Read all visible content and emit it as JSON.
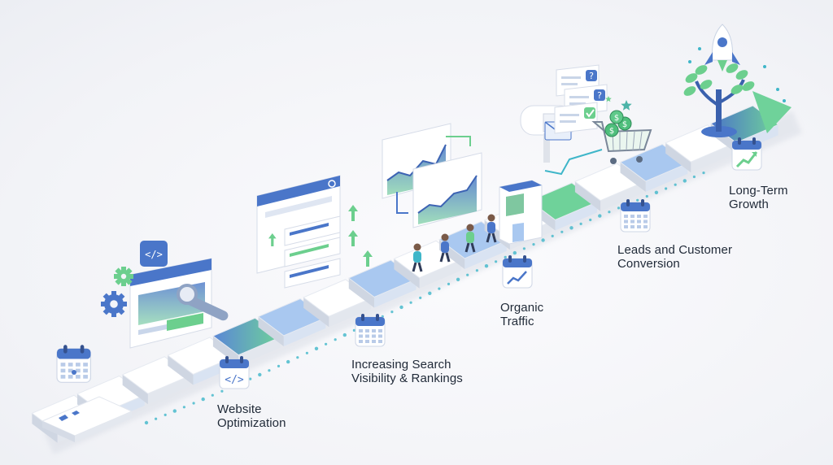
{
  "milestones": [
    {
      "id": "website-optimization",
      "lines": [
        "Website",
        "Optimization"
      ],
      "icon": "code-icon"
    },
    {
      "id": "search-visibility",
      "lines": [
        "Increasing Search",
        "Visibility & Rankings"
      ],
      "icon": "calendar-icon"
    },
    {
      "id": "organic-traffic",
      "lines": [
        "Organic",
        "Traffic"
      ],
      "icon": "trend-chart-icon"
    },
    {
      "id": "leads-conversion",
      "lines": [
        "Leads and Customer",
        "Conversion"
      ],
      "icon": "calendar-icon"
    },
    {
      "id": "long-term-growth",
      "lines": [
        "Long-Term",
        "Growth"
      ],
      "icon": "growth-chart-icon"
    }
  ],
  "colors": {
    "accent_blue": "#4a76c9",
    "light_blue": "#a9c8f0",
    "green": "#6ccf8e",
    "dot_teal": "#3fb6c9",
    "text": "#1f2937",
    "tile_white": "#ffffff"
  },
  "icons": [
    "calendar-icon",
    "code-icon",
    "gear-icon",
    "wrench-icon",
    "search-icon",
    "arrow-up-icon",
    "line-chart-icon",
    "person-icon",
    "storefront-icon",
    "mailbox-icon",
    "envelope-icon",
    "question-icon",
    "checkmark-icon",
    "shopping-cart-icon",
    "dollar-coin-icon",
    "star-icon",
    "rocket-icon",
    "plant-icon",
    "arrow-head-icon"
  ]
}
